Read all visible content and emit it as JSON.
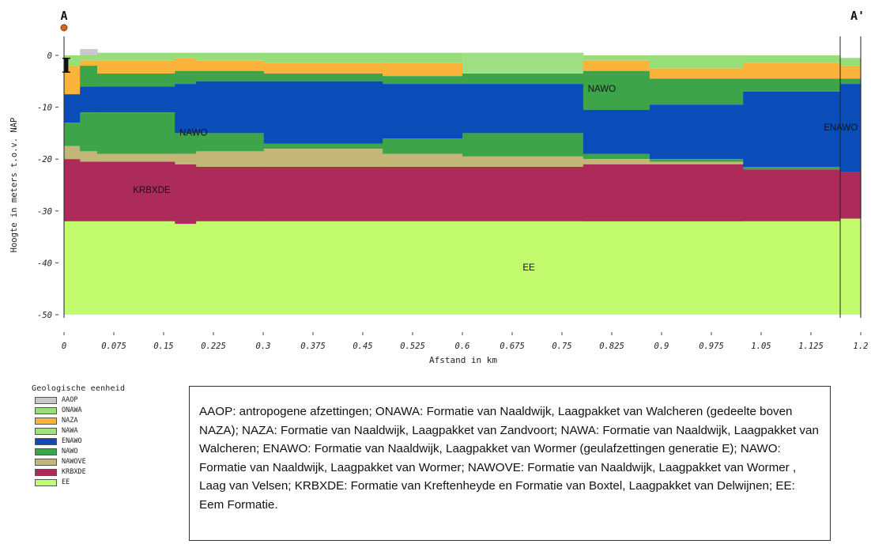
{
  "chart_data": {
    "type": "area",
    "title": "",
    "xlabel": "Afstand in km",
    "ylabel": "Hoogte in meters t.o.v. NAP",
    "xlim": [
      0,
      1.2
    ],
    "ylim": [
      -52,
      2
    ],
    "x_ticks": [
      "0",
      "0.075",
      "0.15",
      "0.225",
      "0.3",
      "0.375",
      "0.45",
      "0.525",
      "0.6",
      "0.675",
      "0.75",
      "0.825",
      "0.9",
      "0.975",
      "1.05",
      "1.125",
      "1.2"
    ],
    "y_ticks": [
      "0",
      "-10",
      "-20",
      "-30",
      "-40",
      "-50"
    ],
    "section_labels": {
      "start": "A",
      "end": "A'"
    },
    "cursor_symbol": "I",
    "columns": {
      "x": [
        0.0,
        0.024,
        0.05,
        0.167,
        0.199,
        0.301,
        0.48,
        0.6,
        0.782,
        0.882,
        1.023,
        1.169,
        1.2
      ],
      "tops": [
        {
          "AAOP": 0.0,
          "ONAWA": 0.0,
          "NAZA": -2.0,
          "ENAWO": -7.5,
          "NAWO": -13.0,
          "NAWOVE": -17.5,
          "KRBXDE": -20.0,
          "EE": -32.0
        },
        {
          "AAOP": 1.2,
          "ONAWA": 0.0,
          "NAZA": -1.0,
          "NAWO": -2.0,
          "ENAWO": -6.0,
          "NAWO_2": -11.0,
          "NAWOVE": -18.5,
          "KRBXDE": -20.5,
          "EE": -32.0
        },
        {
          "ONAWA": 0.5,
          "NAZA": -1.0,
          "NAWO": -3.5,
          "ENAWO": -6.0,
          "NAWO_2": -11.0,
          "NAWOVE": -19.0,
          "KRBXDE": -20.5,
          "EE": -32.0
        },
        {
          "ONAWA": 0.5,
          "NAZA": -0.5,
          "NAWO": -3.0,
          "ENAWO": -5.5,
          "NAWO_2": -15.0,
          "NAWOVE": -19.0,
          "KRBXDE": -21.0,
          "EE": -32.5
        },
        {
          "ONAWA": 0.5,
          "NAZA": -1.0,
          "NAWO": -3.0,
          "ENAWO": -5.0,
          "NAWO_2": -15.0,
          "NAWOVE": -18.5,
          "KRBXDE": -21.5,
          "EE": -32.0
        },
        {
          "ONAWA": 0.5,
          "NAZA": -1.5,
          "NAWO": -3.5,
          "ENAWO": -5.0,
          "NAWO_2": -17.0,
          "NAWOVE": -18.0,
          "KRBXDE": -21.5,
          "EE": -32.0
        },
        {
          "ONAWA": 0.5,
          "NAZA": -1.5,
          "NAWO": -4.0,
          "ENAWO": -5.5,
          "NAWO_2": -16.0,
          "NAWOVE": -19.0,
          "KRBXDE": -21.5,
          "EE": -32.0
        },
        {
          "ONAWA": 0.5,
          "NAWA": 0.5,
          "NAWO": -3.5,
          "ENAWO": -5.5,
          "NAWO_2": -15.0,
          "NAWOVE": -19.5,
          "KRBXDE": -21.5,
          "EE": -32.0
        },
        {
          "ONAWA": 0.0,
          "NAZA": -1.0,
          "NAWO": -3.0,
          "ENAWO": -10.5,
          "NAWO_2": -19.0,
          "NAWOVE": -20.0,
          "KRBXDE": -21.0,
          "EE": -32.0
        },
        {
          "ONAWA": 0.0,
          "NAZA": -2.5,
          "NAWO": -4.5,
          "ENAWO": -9.5,
          "NAWO_2": -20.0,
          "NAWOVE": -20.5,
          "KRBXDE": -21.0,
          "EE": -32.0
        },
        {
          "ONAWA": 0.0,
          "NAZA": -1.5,
          "NAWO": -4.5,
          "ENAWO": -7.0,
          "NAWO_2": -21.5,
          "KRBXDE": -22.0,
          "EE": -32.0
        },
        {
          "ONAWA": -0.5,
          "NAZA": -2.0,
          "NAWO": -4.5,
          "ENAWO": -5.5,
          "KRBXDE": -22.5,
          "EE": -31.5
        }
      ],
      "bottom": -50.0
    },
    "series": [
      {
        "name": "AAOP",
        "color": "#c8c8c8"
      },
      {
        "name": "ONAWA",
        "color": "#95de7a"
      },
      {
        "name": "NAZA",
        "color": "#fcb33c"
      },
      {
        "name": "NAWA",
        "color": "#9fe082"
      },
      {
        "name": "ENAWO",
        "color": "#0a4db8"
      },
      {
        "name": "NAWO",
        "color": "#3ea44a"
      },
      {
        "name": "NAWOVE",
        "color": "#c2b777"
      },
      {
        "name": "KRBXDE",
        "color": "#ad2b5a"
      },
      {
        "name": "EE",
        "color": "#c3fb6f"
      }
    ],
    "annotations": [
      {
        "text": "NAWO",
        "x": 0.195,
        "y": -15.5
      },
      {
        "text": "NAWO",
        "x": 0.81,
        "y": -7.0
      },
      {
        "text": "ENAWO",
        "x": 1.17,
        "y": -14.5
      },
      {
        "text": "KRBXDE",
        "x": 0.132,
        "y": -26.5
      },
      {
        "text": "EE",
        "x": 0.7,
        "y": -41.5
      }
    ]
  },
  "legend": {
    "title": "Geologische eenheid",
    "items": [
      {
        "label": "AAOP",
        "color": "#c8c8c8"
      },
      {
        "label": "ONAWA",
        "color": "#95de7a"
      },
      {
        "label": "NAZA",
        "color": "#fcb33c"
      },
      {
        "label": "NAWA",
        "color": "#9fe082"
      },
      {
        "label": "ENAWO",
        "color": "#0a4db8"
      },
      {
        "label": "NAWO",
        "color": "#3ea44a"
      },
      {
        "label": "NAWOVE",
        "color": "#c2b777"
      },
      {
        "label": "KRBXDE",
        "color": "#ad2b5a"
      },
      {
        "label": "EE",
        "color": "#c3fb6f"
      }
    ]
  },
  "description": "AAOP: antropogene afzettingen; ONAWA: Formatie van Naaldwijk, Laagpakket van Walcheren (gedeelte boven NAZA); NAZA: Formatie van Naaldwijk, Laagpakket van Zandvoort; NAWA: Formatie van Naaldwijk, Laagpakket van Walcheren; ENAWO: Formatie van Naaldwijk, Laagpakket van Wormer (geulafzettingen generatie E); NAWO: Formatie van Naaldwijk, Laagpakket van Wormer; NAWOVE: Formatie van Naaldwijk, Laagpakket van Wormer , Laag van Velsen; KRBXDE: Formatie van Kreftenheyde en Formatie van Boxtel, Laagpakket van Delwijnen; EE: Eem Formatie."
}
